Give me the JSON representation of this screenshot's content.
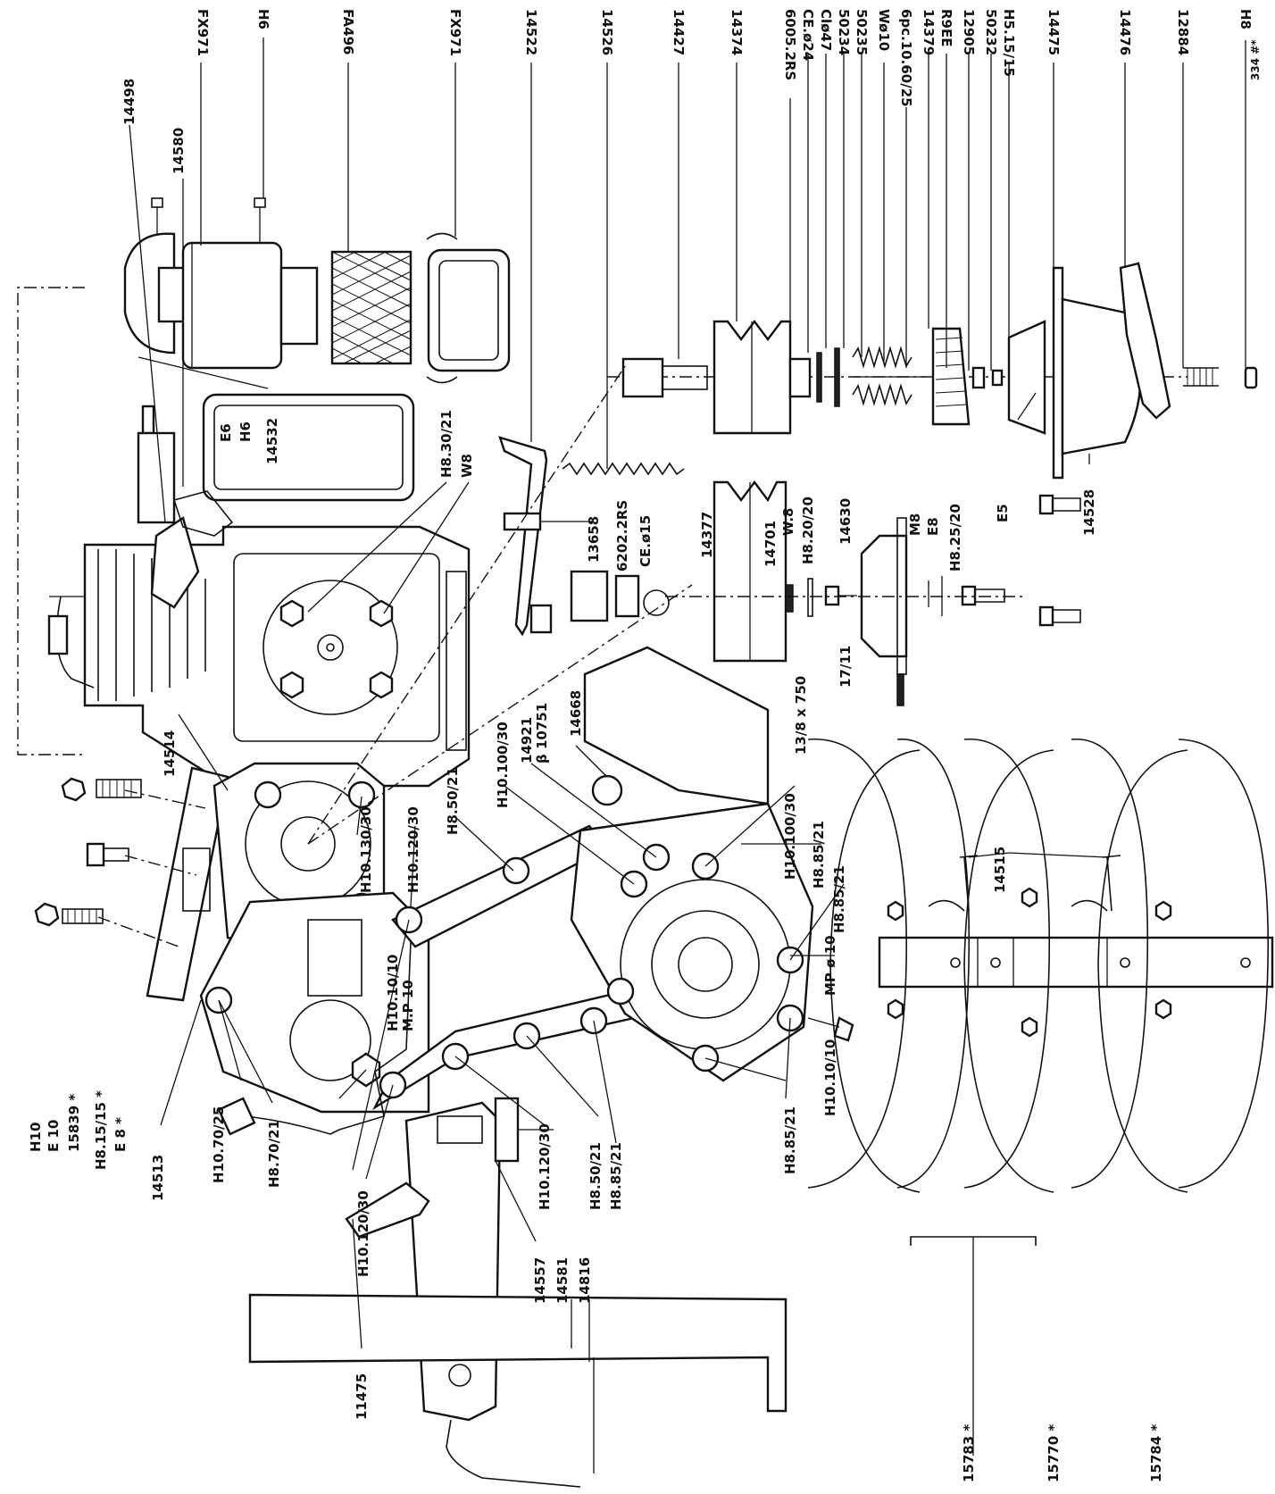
{
  "labels": {
    "top": [
      "FX971",
      "H6",
      "FA496",
      "FX971",
      "14522",
      "14526",
      "14427",
      "14374",
      "6005.2RS",
      "CE.ø24",
      "Clø47",
      "50234",
      "50235",
      "Wø10",
      "6pc.10.60/25",
      "14379",
      "R9EE",
      "12905",
      "50232",
      "H5.15/15",
      "14475",
      "14476",
      "12884",
      "H8"
    ],
    "stamp": "334 #*",
    "engine": [
      "14498",
      "14580",
      "E6",
      "H6",
      "14532",
      "H8.30/21",
      "W8"
    ],
    "middle": [
      "13658",
      "6202.2RS",
      "CE.ø15",
      "14377",
      "14701",
      "W.8",
      "H8.20/20",
      "14630",
      "M8",
      "E8",
      "H8.25/20",
      "E5",
      "14528",
      "13/8 x 750",
      "17/11"
    ],
    "gearbox": [
      "14514",
      "H10.130/30",
      "H10.120/30",
      "H8.50/21",
      "H10.100/30",
      "14921",
      "β 10751",
      "14668",
      "H10.100/30",
      "H8.85/21",
      "H8.85/21",
      "MP ø 10",
      "H10.10/10",
      "H8.85/21",
      "H8.85/21",
      "H8.50/21",
      "H10.120/30",
      "H10.10/10",
      "M.P 10",
      "H10.70/25",
      "H8.70/21",
      "H10.120/30",
      "14513"
    ],
    "left": [
      "H10",
      "E 10",
      "15839 *",
      "H8.15/15 *",
      "E 8 *"
    ],
    "handle": [
      "11475",
      "14557",
      "14581",
      "14816"
    ],
    "tines": [
      "14515",
      "15783 *",
      "15770 *",
      "15784 *"
    ]
  }
}
